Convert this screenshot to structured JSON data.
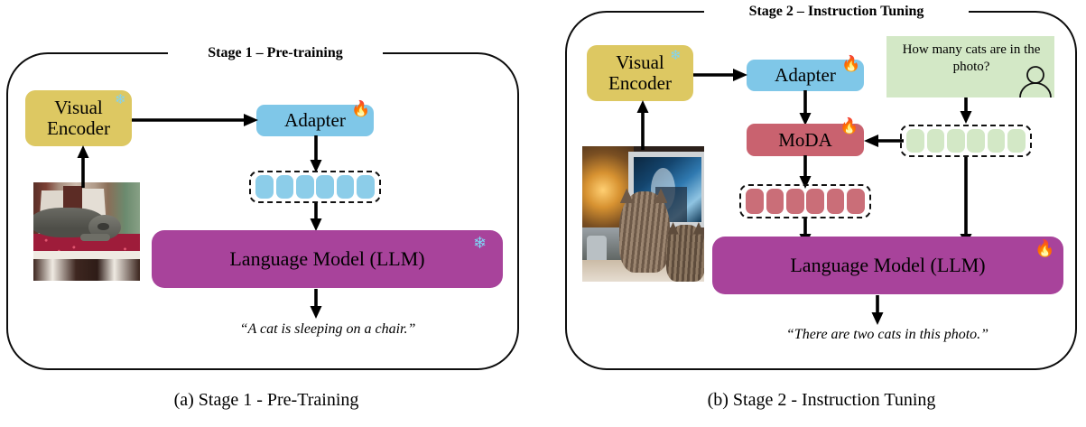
{
  "figure": {
    "panels": [
      {
        "id": "stage1",
        "title": "Stage 1 – Pre-training",
        "caption": "(a) Stage 1 - Pre-Training",
        "visual_encoder": {
          "label_line1": "Visual",
          "label_line2": "Encoder",
          "badge": "snowflake",
          "color": "#ddc862"
        },
        "adapter": {
          "label": "Adapter",
          "badge": "fire",
          "color": "#7fc7e8"
        },
        "visual_tokens": {
          "count": 6,
          "color": "#8ccde9"
        },
        "llm": {
          "label": "Language Model (LLM)",
          "badge": "snowflake",
          "color": "#a8439b"
        },
        "output_text": "“A cat is sleeping on a chair.”",
        "image_alt": "gray cat sleeping on a red cushioned white chair"
      },
      {
        "id": "stage2",
        "title": "Stage 2 – Instruction Tuning",
        "caption": "(b) Stage 2 - Instruction Tuning",
        "visual_encoder": {
          "label_line1": "Visual",
          "label_line2": "Encoder",
          "badge": "snowflake",
          "color": "#ddc862"
        },
        "adapter": {
          "label": "Adapter",
          "badge": "fire",
          "color": "#7fc7e8"
        },
        "moda": {
          "label": "MoDA",
          "badge": "fire",
          "color": "#c9626f"
        },
        "question": {
          "text": "How many cats are in the photo?",
          "icon": "person-icon",
          "color": "#d3e8c6"
        },
        "text_tokens": {
          "count": 6,
          "color": "#d3e8c6"
        },
        "visual_tokens": {
          "count": 6,
          "color": "#ca6e78"
        },
        "llm": {
          "label": "Language Model (LLM)",
          "badge": "fire",
          "color": "#a8439b"
        },
        "output_text": "“There are two cats in this photo.”",
        "image_alt": "two tabby cats watching a television"
      }
    ],
    "badges": {
      "snowflake_glyph": "❄",
      "fire_glyph": "🔥"
    }
  }
}
